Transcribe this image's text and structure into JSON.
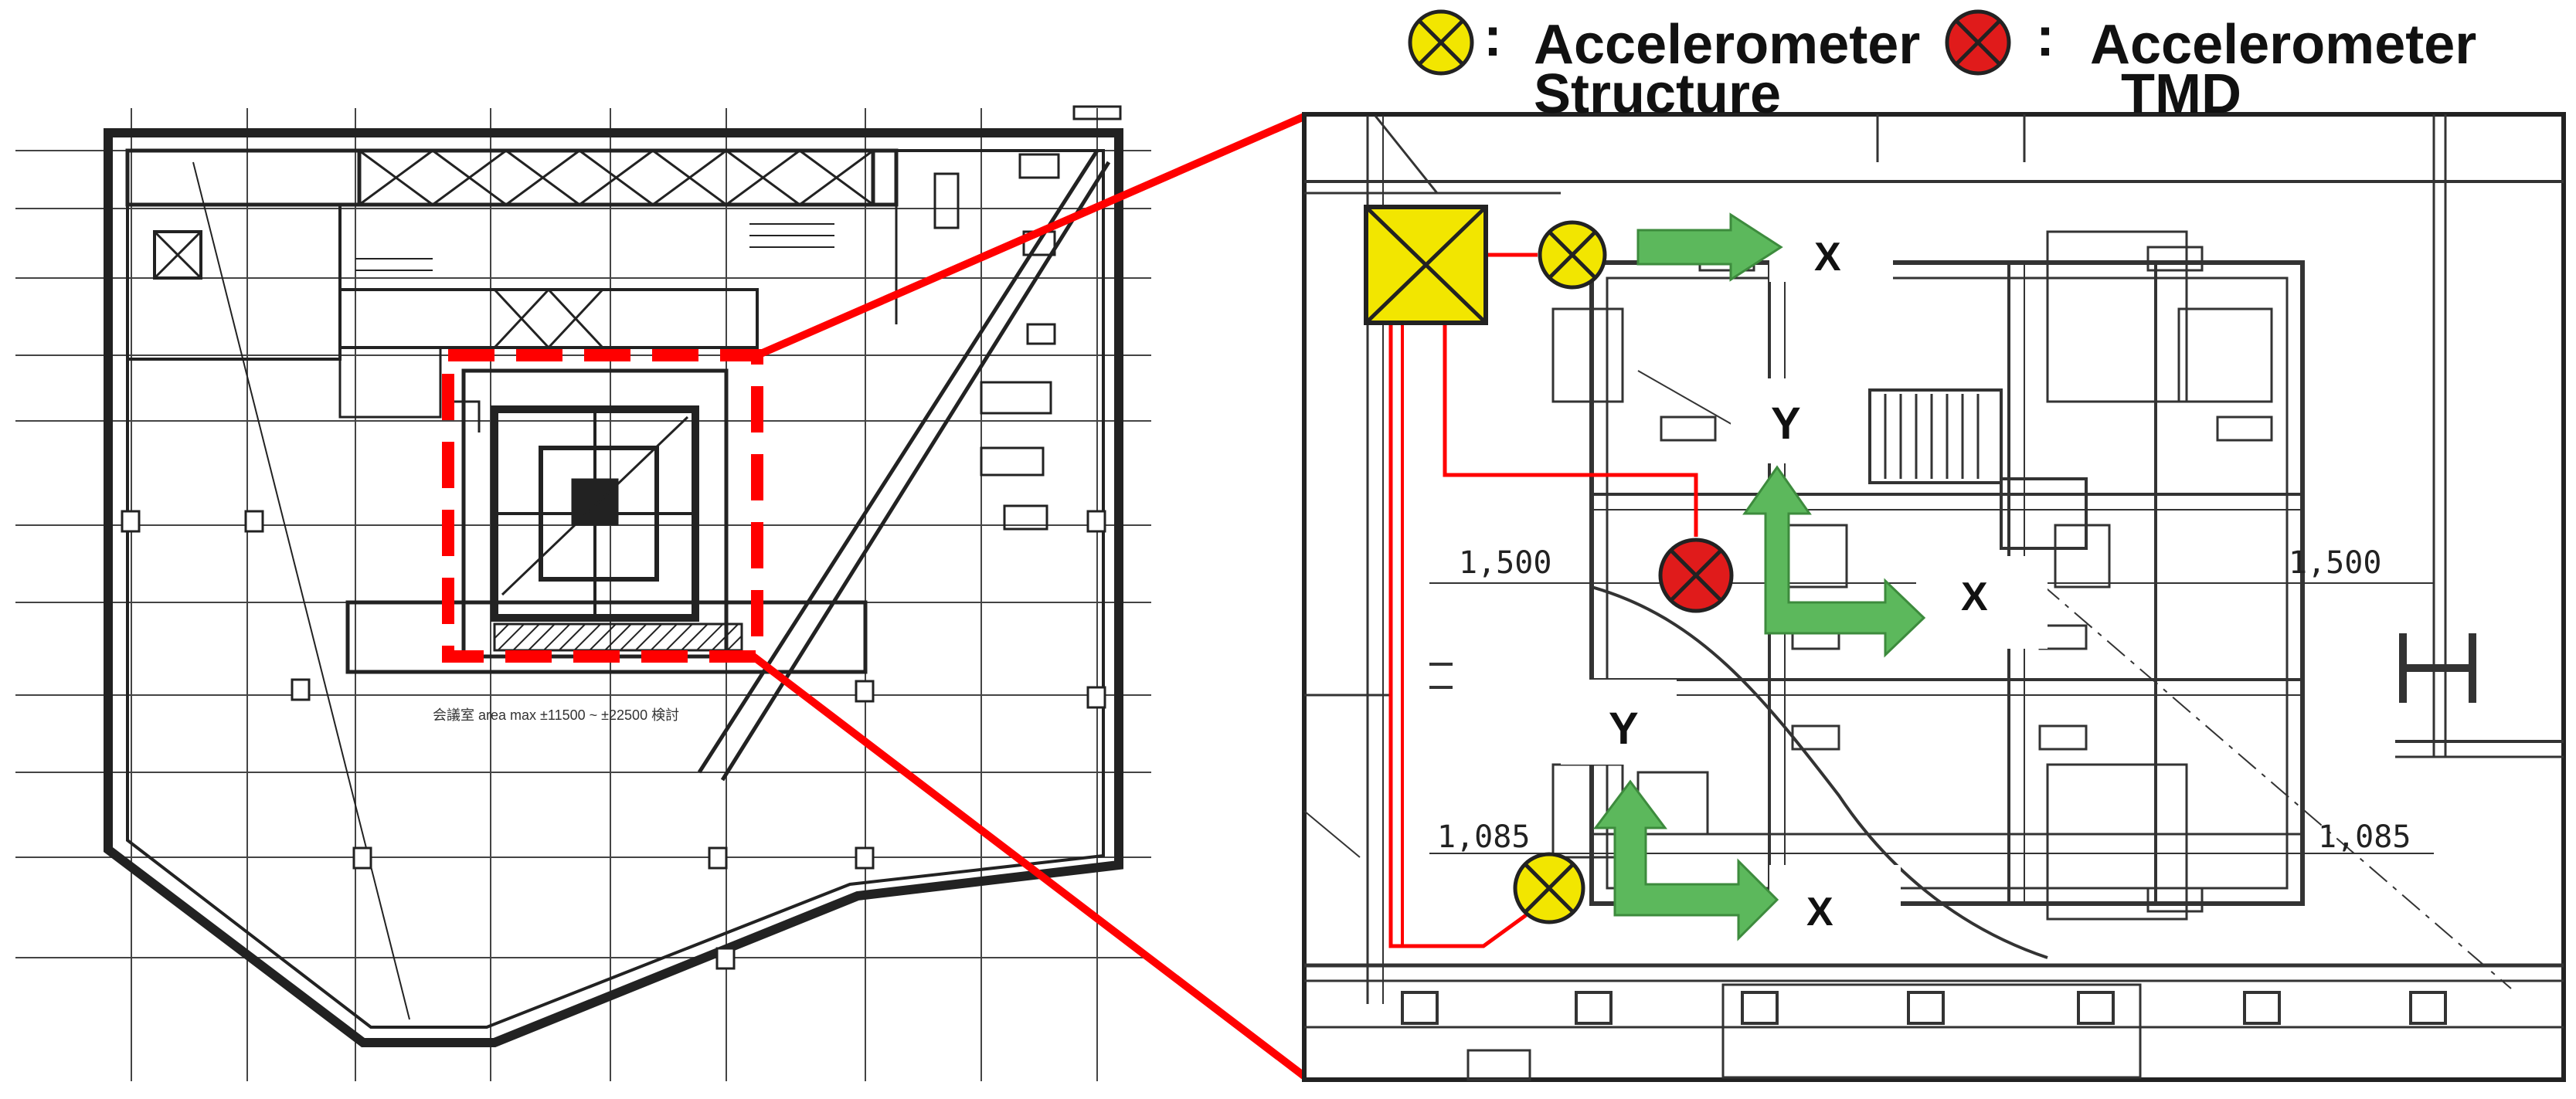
{
  "colors": {
    "structure_sensor": "#f2e600",
    "tmd_sensor": "#e01b1b",
    "arrow": "#5cb85c",
    "link": "#ff0000",
    "drawing_line": "#222222"
  },
  "legend": {
    "structure": {
      "icon": "yellow-crossed-circle",
      "separator": ":",
      "line1": "Accelerometer",
      "line2": "Structure"
    },
    "tmd": {
      "icon": "red-crossed-circle",
      "separator": ":",
      "line1": "Accelerometer",
      "line2": "TMD"
    }
  },
  "detail": {
    "dim_upper_left": "1,500",
    "dim_upper_right": "1,500",
    "dim_lower_left": "1,085",
    "dim_lower_right": "1,085",
    "axes_top": {
      "x_label": "X"
    },
    "axes_center": {
      "x_label": "X",
      "y_label": "Y"
    },
    "axes_bottom": {
      "x_label": "X",
      "y_label": "Y"
    }
  },
  "plan": {
    "floor_note": "会議室 area max ±11500 ~ ±22500 検討"
  }
}
